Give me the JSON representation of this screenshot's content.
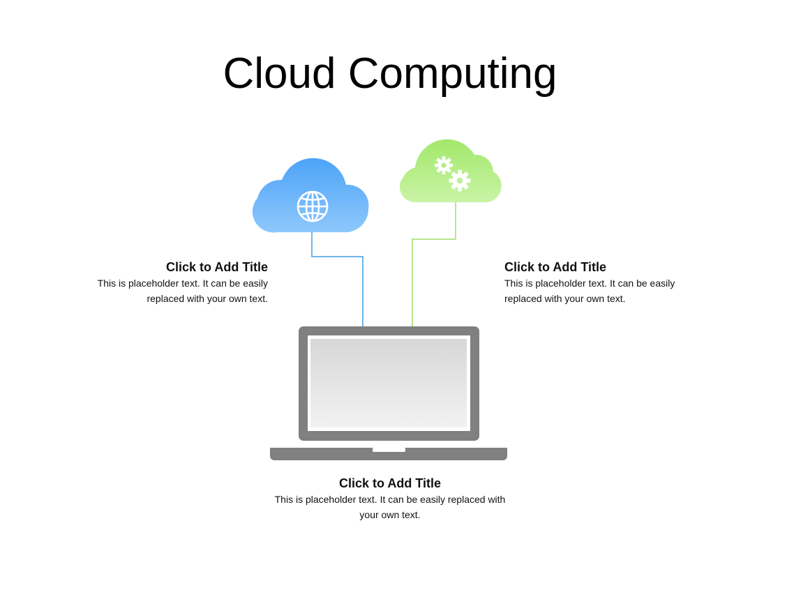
{
  "slide": {
    "title": "Cloud Computing"
  },
  "callouts": {
    "left": {
      "title": "Click to Add Title",
      "body": "This is placeholder text. It can be easily replaced with your own text."
    },
    "right": {
      "title": "Click to Add Title",
      "body": "This is placeholder text. It can be easily replaced with your own text."
    },
    "bottom": {
      "title": "Click to Add Title",
      "body": "This is placeholder text. It can be easily replaced with your own text."
    }
  },
  "icons": {
    "blue_cloud": "globe-icon",
    "green_cloud": "gears-icon",
    "device": "laptop-icon"
  },
  "colors": {
    "blue_cloud_top": "#4da3f7",
    "blue_cloud_bottom": "#8ec8fc",
    "green_cloud_top": "#a2e86a",
    "green_cloud_bottom": "#c9f3a6",
    "blue_connector": "#6cb6ee",
    "green_connector": "#b7e98d",
    "laptop_frame": "#808080",
    "laptop_screen_top": "#d7d7d7",
    "laptop_screen_bottom": "#f2f2f2"
  }
}
